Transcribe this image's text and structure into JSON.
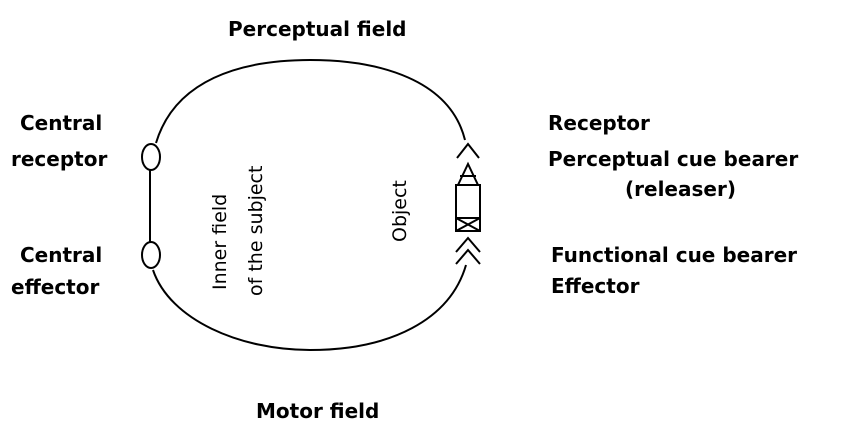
{
  "diagram": {
    "title_top": "Perceptual field",
    "title_bottom": "Motor field",
    "left": {
      "central_receptor_1": "Central",
      "central_receptor_2": "receptor",
      "central_effector_1": "Central",
      "central_effector_2": "effector"
    },
    "inner_field_1": "Inner field",
    "inner_field_2": "of the subject",
    "object": "Object",
    "right": {
      "receptor": "Receptor",
      "perceptual_cue_bearer": "Perceptual cue bearer",
      "releaser": "(releaser)",
      "functional_cue_bearer": "Functional cue bearer",
      "effector": "Effector"
    },
    "colors": {
      "ink": "#000000",
      "background": "#ffffff"
    }
  }
}
